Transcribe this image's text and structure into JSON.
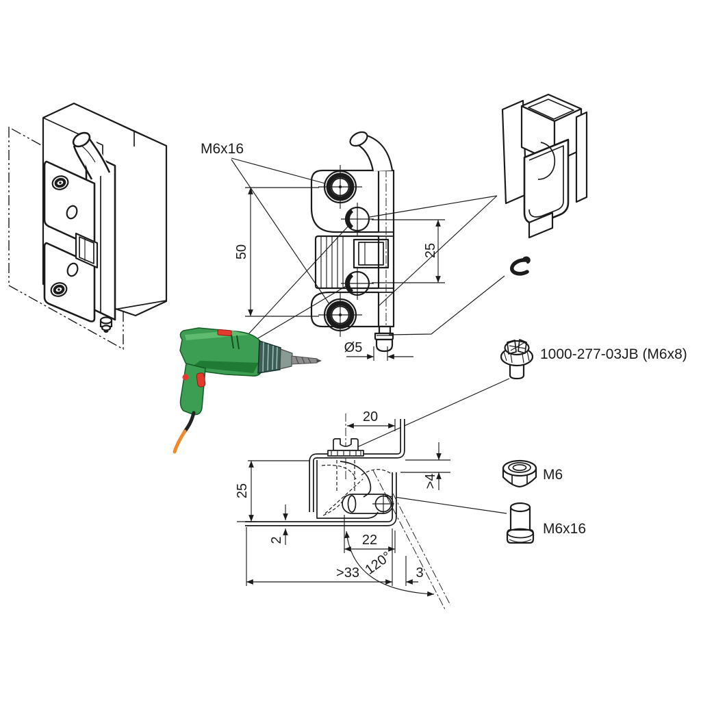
{
  "labels": {
    "screws_callout": "M6x16",
    "part_number": "1000-277-03JB (M6x8)",
    "nut": "M6",
    "pin": "M6x16"
  },
  "front_view": {
    "screw_spacing": "50",
    "slot_spacing": "25",
    "pin_diameter": "Ø5"
  },
  "section_view": {
    "screw_offset": "20",
    "mount_height": "25",
    "sheet_thickness": "2",
    "pivot_offset": "22",
    "min_clearance": ">33",
    "opening_angle": "120°",
    "edge_gap": "3",
    "return_gap": ">4"
  }
}
